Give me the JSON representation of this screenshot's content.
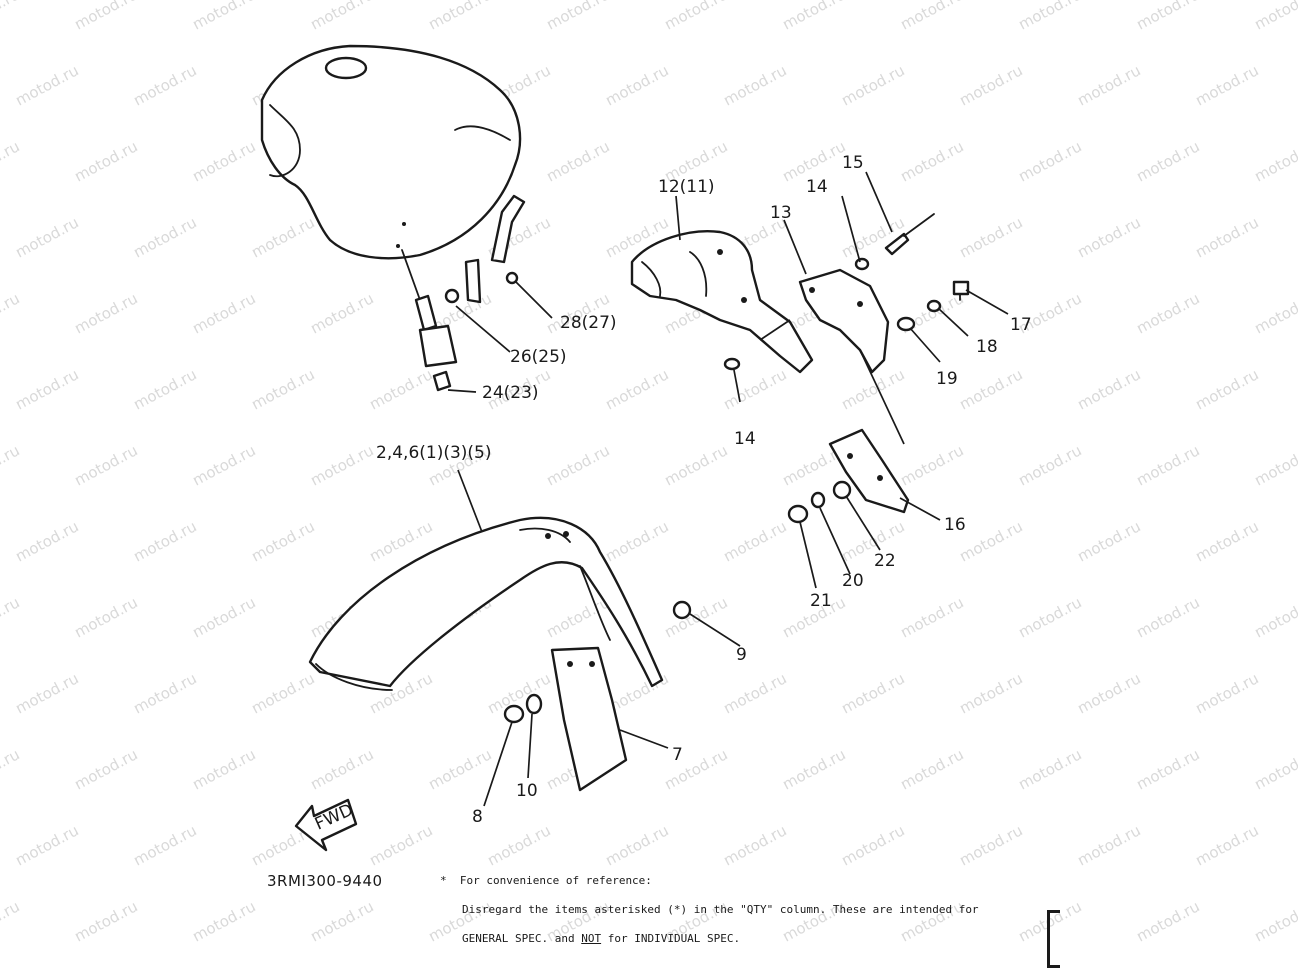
{
  "watermark": "motod.ru",
  "diagram_code": "3RMI300-9440",
  "note": {
    "star": "*",
    "line1": "For convenience of reference:",
    "line2": "Disregard the items asterisked (*) in the \"QTY\" column.  These are intended for",
    "line3_a": "GENERAL SPEC. and ",
    "line3_not": "NOT",
    "line3_b": " for INDIVIDUAL SPEC."
  },
  "fwd_label": "FWD",
  "callouts": {
    "c_12_11": "12(11)",
    "c_14_top": "14",
    "c_15": "15",
    "c_13": "13",
    "c_17": "17",
    "c_18": "18",
    "c_19": "19",
    "c_14_bottom": "14",
    "c_28_27": "28(27)",
    "c_26_25": "26(25)",
    "c_24_23": "24(23)",
    "c_2_4_6": "2,4,6(1)(3)(5)",
    "c_16": "16",
    "c_22": "22",
    "c_20": "20",
    "c_21": "21",
    "c_9": "9",
    "c_7": "7",
    "c_10": "10",
    "c_8": "8"
  }
}
